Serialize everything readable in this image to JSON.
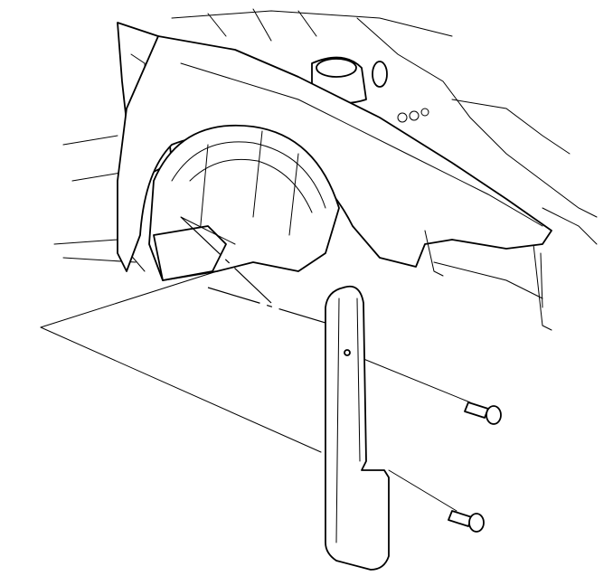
{
  "colors": {
    "background": "#ffffff",
    "line": "#000000"
  },
  "parts": [
    {
      "id": "fender",
      "icon": "fender-icon"
    },
    {
      "id": "wheelhouse",
      "icon": "wheelhouse-icon"
    },
    {
      "id": "splash-shield",
      "icon": "splash-shield-icon"
    },
    {
      "id": "screw-upper",
      "icon": "screw-icon"
    },
    {
      "id": "screw-lower",
      "icon": "screw-icon"
    }
  ]
}
